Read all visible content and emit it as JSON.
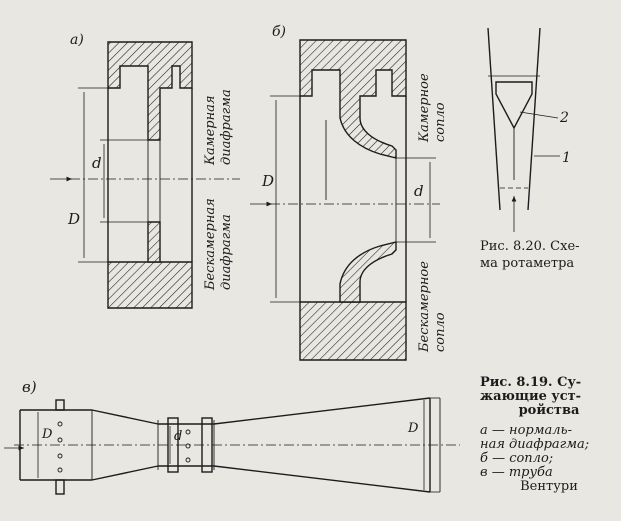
{
  "diagram": {
    "panel_a": {
      "letter": "а)",
      "label_top_line1": "Камерная",
      "label_top_line2": "диафрагма",
      "label_bottom_line1": "Бескамерная",
      "label_bottom_line2": "диафрагма",
      "dim_d": "d",
      "dim_D": "D"
    },
    "panel_b": {
      "letter": "б)",
      "label_top_line1": "Камерное",
      "label_top_line2": "сопло",
      "label_bottom_line1": "Бескамерное",
      "label_bottom_line2": "сопло",
      "dim_d": "d",
      "dim_D": "D"
    },
    "panel_v": {
      "letter": "в)",
      "dim_D_left": "D",
      "dim_d": "d",
      "dim_D_right": "D"
    },
    "rotameter": {
      "label_1": "1",
      "label_2": "2"
    }
  },
  "captions": {
    "fig820_line1": "Рис. 8.20. Схе-",
    "fig820_line2": "ма    ротаметра",
    "fig819_line1": "Рис.  8.19.  Су-",
    "fig819_line2": "жающие    уст-",
    "fig819_line3": "ройства",
    "fig819_line4": "а — нормаль-",
    "fig819_line5": "ная диафрагма;",
    "fig819_line6": "б — сопло;",
    "fig819_line7": "в    —    труба",
    "fig819_line8": "Вентури"
  }
}
